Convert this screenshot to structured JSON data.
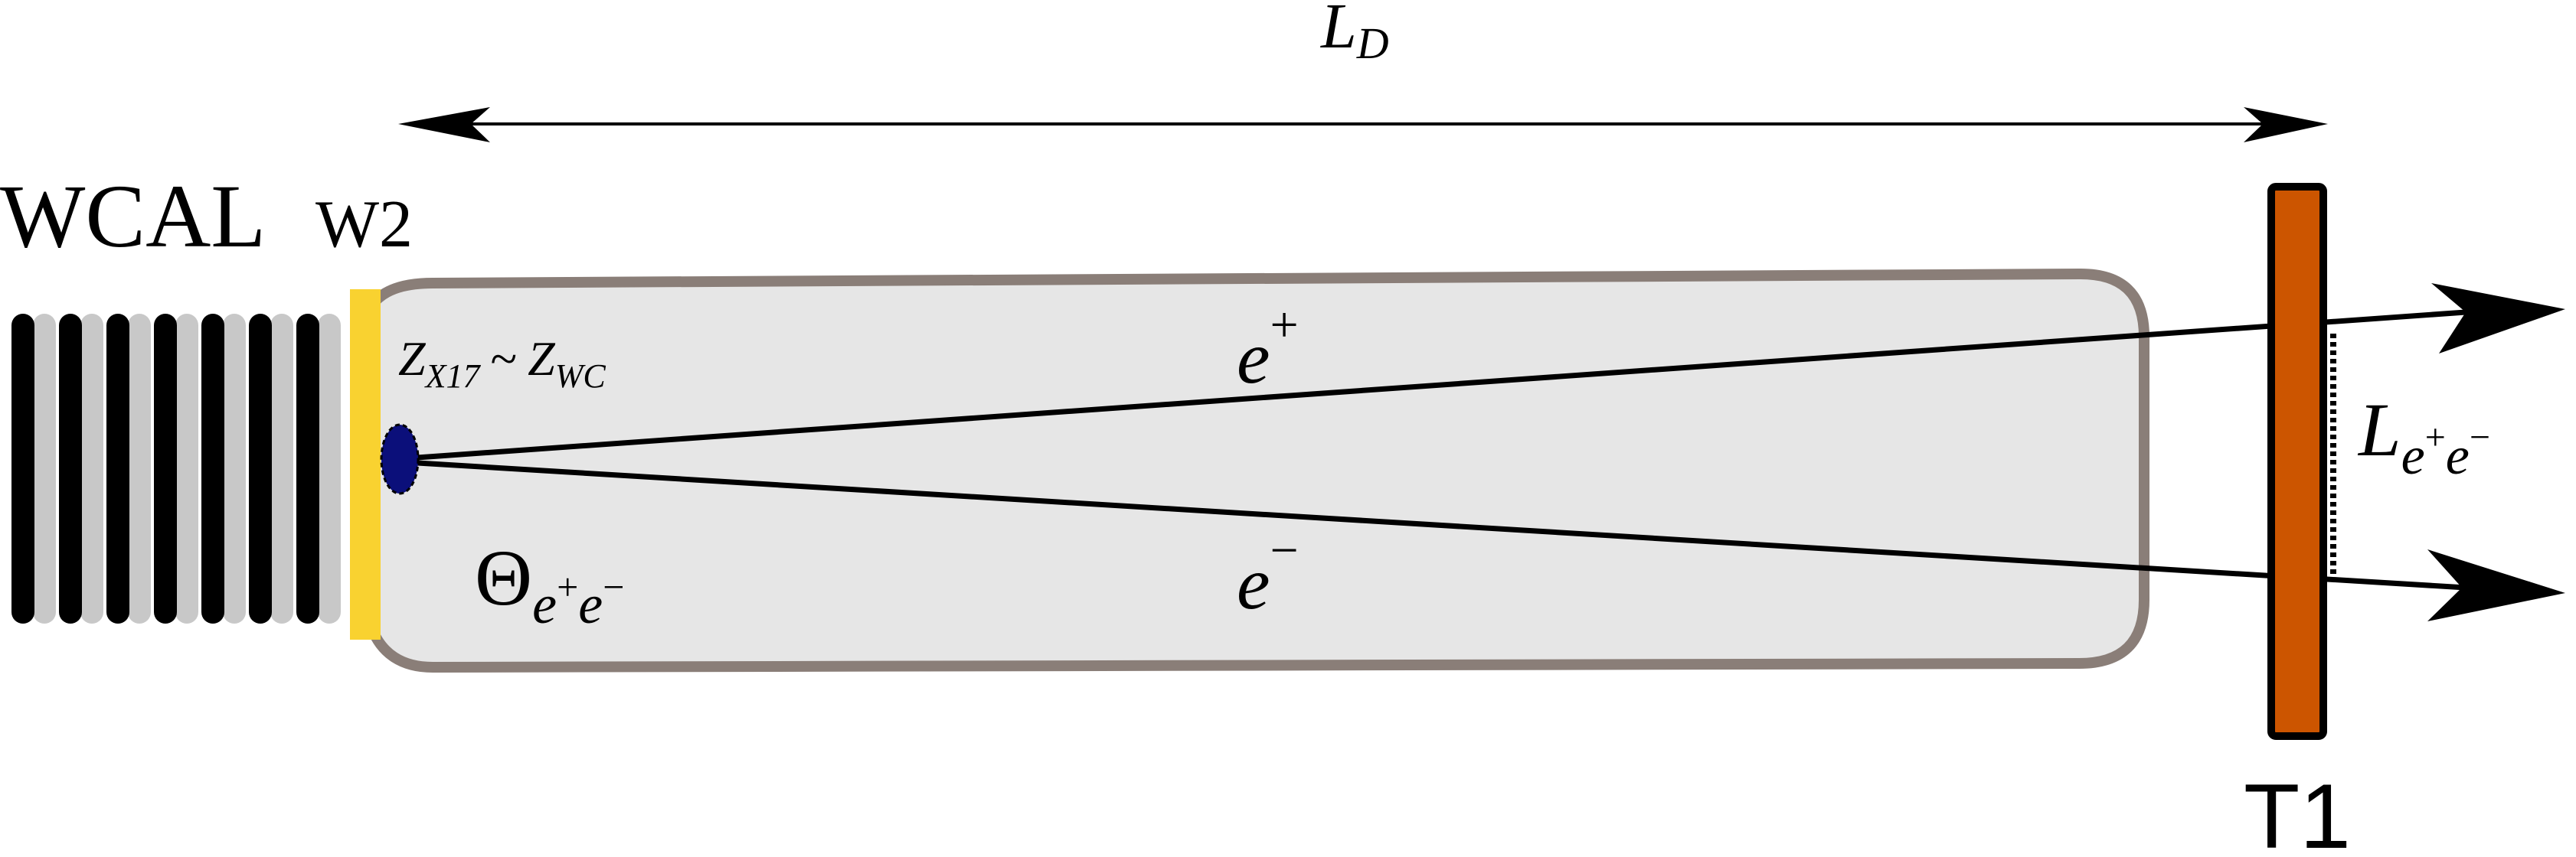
{
  "labels": {
    "distance_main": "L",
    "distance_sub": "D",
    "calorimeter": "WCAL",
    "layer": "W2",
    "vertex_z1": "Z",
    "vertex_z1_sub": "X17",
    "vertex_sim": "~",
    "vertex_z2": "Z",
    "vertex_z2_sub": "WC",
    "positron_base": "e",
    "positron_sup": "+",
    "electron_base": "e",
    "electron_sup": "−",
    "angle_base": "Θ",
    "angle_sub_e1": "e",
    "angle_sub_plus": "+",
    "angle_sub_e2": "e",
    "angle_sub_minus": "−",
    "separation_base": "L",
    "separation_sub_e1": "e",
    "separation_sub_plus": "+",
    "separation_sub_e2": "e",
    "separation_sub_minus": "−",
    "tracker": "T1"
  },
  "colors": {
    "calorimeter_dark": "#000000",
    "calorimeter_light": "#c8c8c8",
    "w2_layer": "#f9d230",
    "decay_volume_fill": "#e6e6e6",
    "decay_volume_stroke": "#8a7e78",
    "vertex": "#0b0f7a",
    "tracker_fill": "#cc5500",
    "lines": "#000000"
  }
}
